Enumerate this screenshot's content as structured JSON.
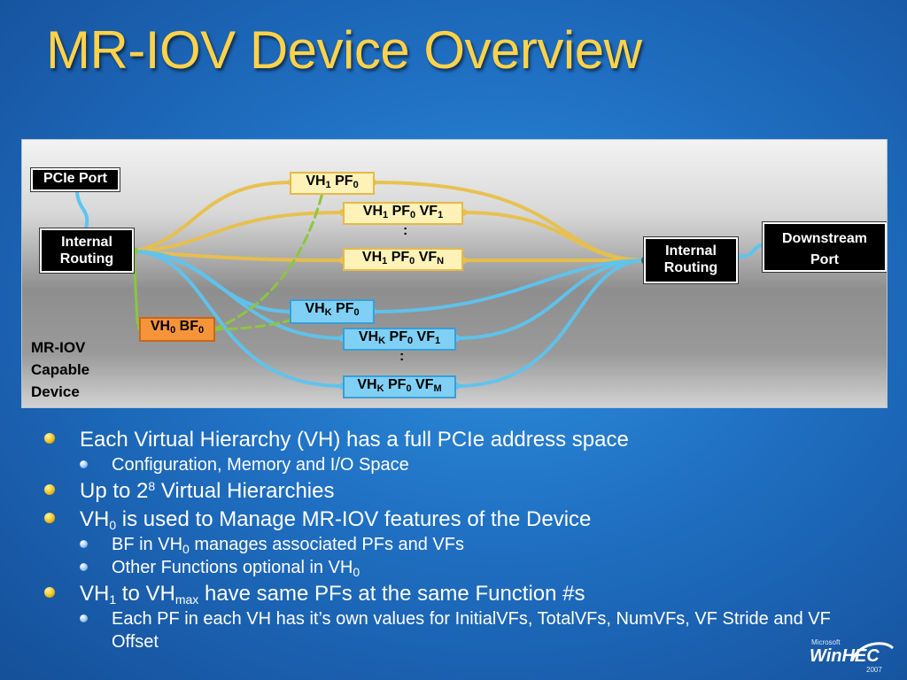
{
  "title": "MR-IOV Device Overview",
  "diagram": {
    "pcie_port": "PCIe Port",
    "internal_routing_left": [
      "Internal",
      "Routing"
    ],
    "internal_routing_right": [
      "Internal",
      "Routing"
    ],
    "downstream_port": [
      "Downstream",
      "Port"
    ],
    "device_label": [
      "MR-IOV",
      "Capable",
      "Device"
    ],
    "vh1_pf0": {
      "a": "VH",
      "a_sub": "1",
      "b": " PF",
      "b_sub": "0"
    },
    "vh1_pf0_vf1": {
      "a": "VH",
      "a_sub": "1",
      "b": " PF",
      "b_sub": "0",
      "c": " VF",
      "c_sub": "1"
    },
    "vh1_pf0_vfn": {
      "a": "VH",
      "a_sub": "1",
      "b": " PF",
      "b_sub": "0",
      "c": " VF",
      "c_sub": "N"
    },
    "vhk_pf0": {
      "a": "VH",
      "a_sub": "K",
      "b": " PF",
      "b_sub": "0"
    },
    "vhk_pf0_vf1": {
      "a": "VH",
      "a_sub": "K",
      "b": " PF",
      "b_sub": "0",
      "c": " VF",
      "c_sub": "1"
    },
    "vhk_pf0_vfm": {
      "a": "VH",
      "a_sub": "K",
      "b": " PF",
      "b_sub": "0",
      "c": " VF",
      "c_sub": "M"
    },
    "vh0_bf0": {
      "a": "VH",
      "a_sub": "0",
      "b": " BF",
      "b_sub": "0"
    },
    "ellipsis": ":",
    "colors": {
      "pf_wire": "#e8c04a",
      "vk_wire": "#5ec4ef",
      "bf_wire": "#8cc63f"
    }
  },
  "bullets": {
    "b1": "Each Virtual Hierarchy (VH) has a full PCIe address space",
    "b1_1": "Configuration, Memory and I/O Space",
    "b2_pre": "Up to 2",
    "b2_sup": "8",
    "b2_post": " Virtual Hierarchies",
    "b3_pre": "VH",
    "b3_sub": "0",
    "b3_post": " is used to Manage MR-IOV features of the Device",
    "b3_1_pre": "BF in VH",
    "b3_1_sub": "0",
    "b3_1_post": " manages associated PFs and VFs",
    "b3_2_pre": "Other Functions optional in VH",
    "b3_2_sub": "0",
    "b4_a": "VH",
    "b4_a_sub": "1",
    "b4_b": " to VH",
    "b4_b_sub": "max",
    "b4_c": " have same PFs at the same Function #s",
    "b4_1": "Each PF in each VH has it’s own values for InitialVFs, TotalVFs, NumVFs, VF Stride and VF Offset"
  },
  "logo": {
    "microsoft": "Microsoft",
    "winhec": "WinHEC",
    "year": "2007"
  }
}
